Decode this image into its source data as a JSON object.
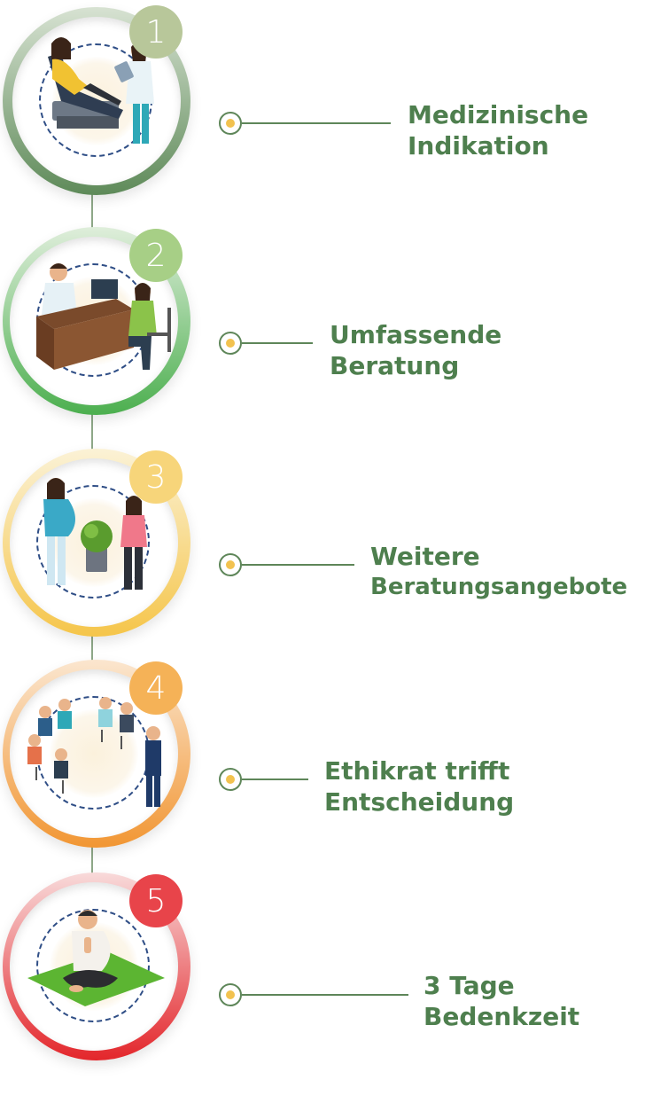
{
  "steps": [
    {
      "number": "1",
      "line1": "Medizinische",
      "line2": "Indikation",
      "ring_top": "#d7e2d2",
      "ring_bottom": "#5e8a59",
      "badge_color": "#b8c79a"
    },
    {
      "number": "2",
      "line1": "Umfassende",
      "line2": "Beratung",
      "ring_top": "#dfeedb",
      "ring_bottom": "#4caf4f",
      "badge_color": "#a7cf86"
    },
    {
      "number": "3",
      "line1": "Weitere",
      "line2": "Beratungsangebote",
      "ring_top": "#fbf2d6",
      "ring_bottom": "#f5c54a",
      "badge_color": "#f7d57a"
    },
    {
      "number": "4",
      "line1": "Ethikrat trifft",
      "line2": "Entscheidung",
      "ring_top": "#fbe6cf",
      "ring_bottom": "#f19633",
      "badge_color": "#f5b257"
    },
    {
      "number": "5",
      "line1": "3 Tage",
      "line2": "Bedenkzeit",
      "ring_top": "#f8dada",
      "ring_bottom": "#e3262b",
      "badge_color": "#e8444a"
    }
  ]
}
